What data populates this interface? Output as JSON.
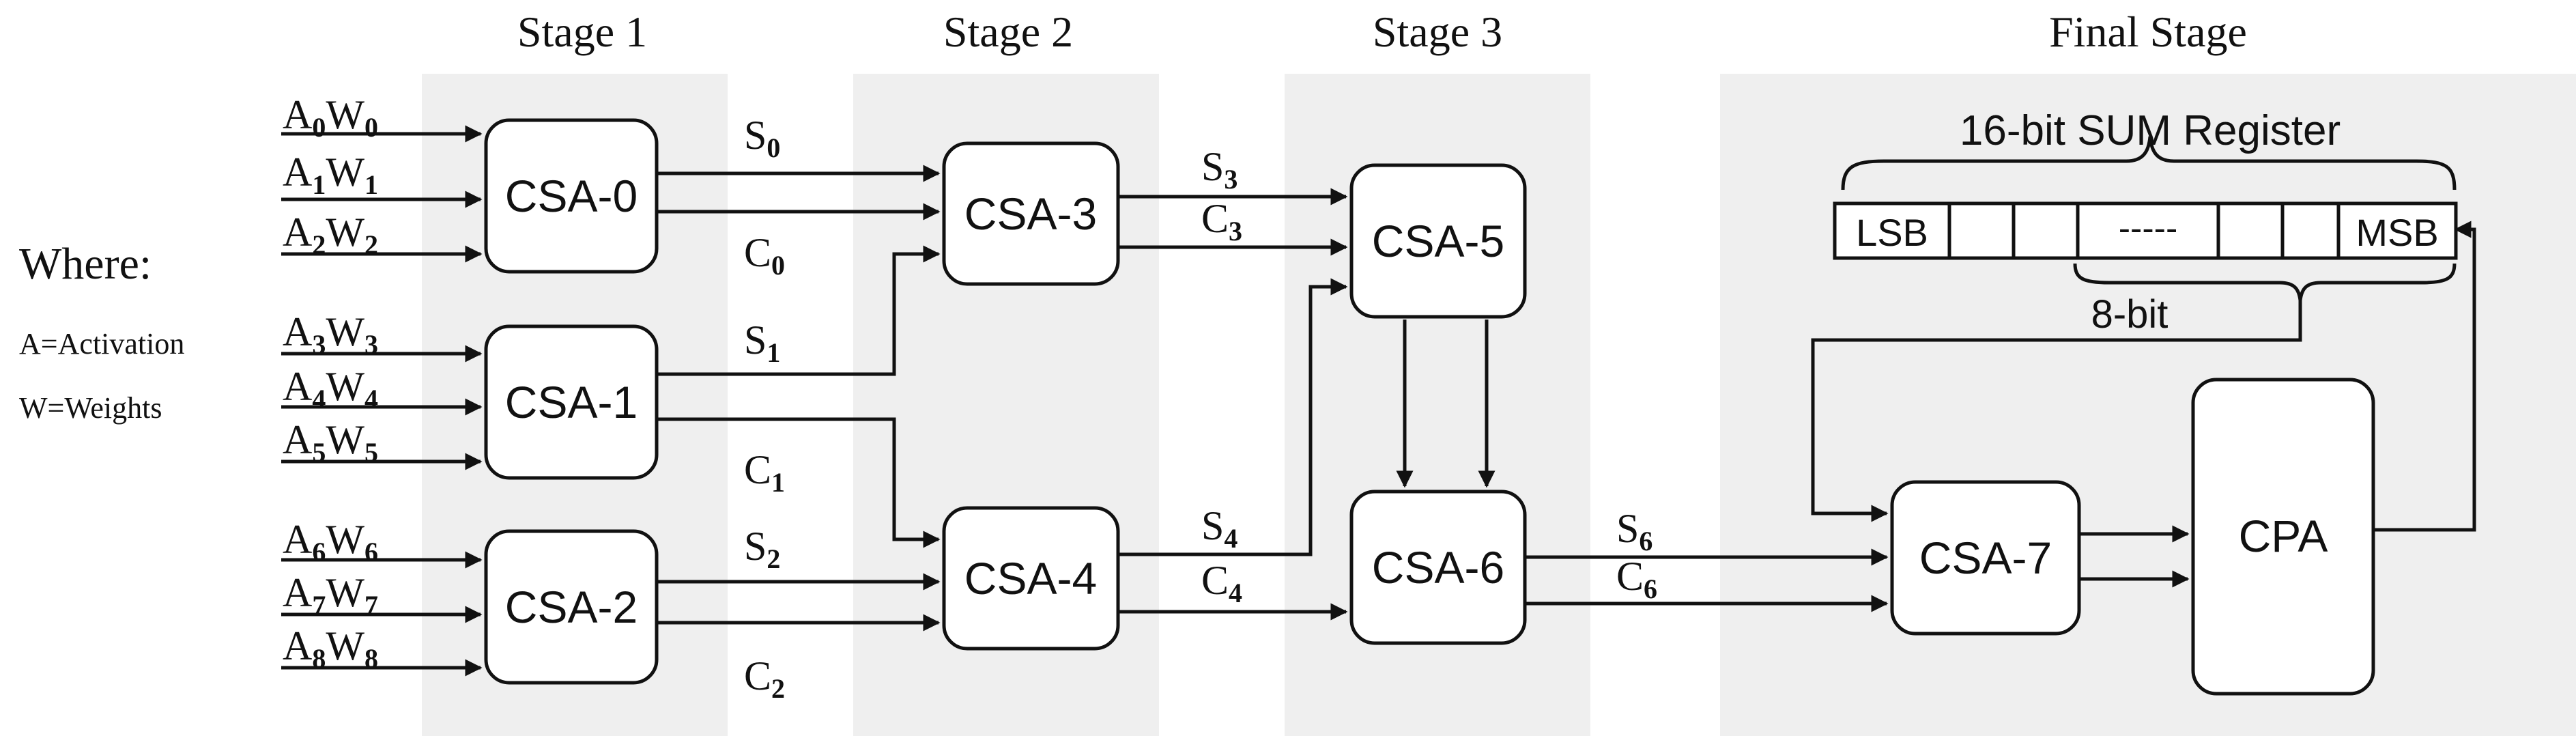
{
  "stages": [
    "Stage 1",
    "Stage 2",
    "Stage 3",
    "Final Stage"
  ],
  "legend": {
    "title": "Where:",
    "a": "A=Activation",
    "w": "W=Weights"
  },
  "inputs": [
    {
      "a": "A",
      "ai": "0",
      "w": "W",
      "wi": "0"
    },
    {
      "a": "A",
      "ai": "1",
      "w": "W",
      "wi": "1"
    },
    {
      "a": "A",
      "ai": "2",
      "w": "W",
      "wi": "2"
    },
    {
      "a": "A",
      "ai": "3",
      "w": "W",
      "wi": "3"
    },
    {
      "a": "A",
      "ai": "4",
      "w": "W",
      "wi": "4"
    },
    {
      "a": "A",
      "ai": "5",
      "w": "W",
      "wi": "5"
    },
    {
      "a": "A",
      "ai": "6",
      "w": "W",
      "wi": "6"
    },
    {
      "a": "A",
      "ai": "7",
      "w": "W",
      "wi": "7"
    },
    {
      "a": "A",
      "ai": "8",
      "w": "W",
      "wi": "8"
    }
  ],
  "blocks": {
    "csa0": "CSA-0",
    "csa1": "CSA-1",
    "csa2": "CSA-2",
    "csa3": "CSA-3",
    "csa4": "CSA-4",
    "csa5": "CSA-5",
    "csa6": "CSA-6",
    "csa7": "CSA-7",
    "cpa": "CPA"
  },
  "signals": {
    "s0": {
      "b": "S",
      "i": "0"
    },
    "c0": {
      "b": "C",
      "i": "0"
    },
    "s1": {
      "b": "S",
      "i": "1"
    },
    "c1": {
      "b": "C",
      "i": "1"
    },
    "s2": {
      "b": "S",
      "i": "2"
    },
    "c2": {
      "b": "C",
      "i": "2"
    },
    "s3": {
      "b": "S",
      "i": "3"
    },
    "c3": {
      "b": "C",
      "i": "3"
    },
    "s4": {
      "b": "S",
      "i": "4"
    },
    "c4": {
      "b": "C",
      "i": "4"
    },
    "s6": {
      "b": "S",
      "i": "6"
    },
    "c6": {
      "b": "C",
      "i": "6"
    }
  },
  "register": {
    "title": "16-bit SUM Register",
    "lsb": "LSB",
    "middle": "-----",
    "msb": "MSB",
    "feedback_label": "8-bit"
  }
}
